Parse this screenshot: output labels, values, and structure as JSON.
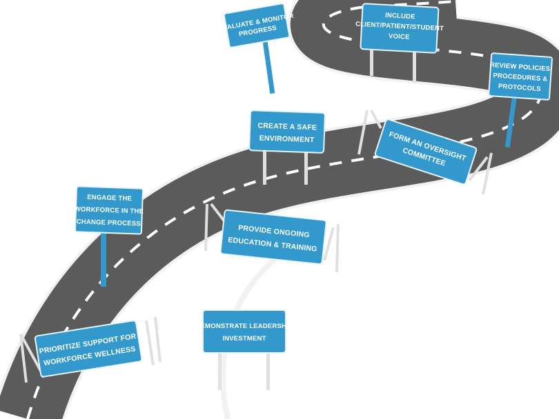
{
  "colors": {
    "road": "#5b5b5b",
    "road_edge": "#f2f2f2",
    "road_dash": "#ffffff",
    "sign": "#3399cc",
    "sign_border": "#e8f4fb",
    "post": "#3399cc",
    "barrier": "#e6e6e6"
  },
  "signs": {
    "evaluate": [
      "Evaluate & Monitor",
      "Progress"
    ],
    "voice": [
      "Include",
      "Client/Patient/Student",
      "Voice"
    ],
    "review": [
      "Review Policies,",
      "Procedures &",
      "Protocols"
    ],
    "safe": [
      "Create a Safe",
      "Environment"
    ],
    "oversight": [
      "Form an Oversight",
      "Committee"
    ],
    "engage": [
      "Engage the",
      "Workforce in the",
      "Change Process"
    ],
    "education": [
      "Provide Ongoing",
      "Education & Training"
    ],
    "leadership": [
      "Demonstrate Leadership",
      "Investment"
    ],
    "wellness": [
      "Prioritize Support for",
      "Workforce Wellness"
    ]
  }
}
